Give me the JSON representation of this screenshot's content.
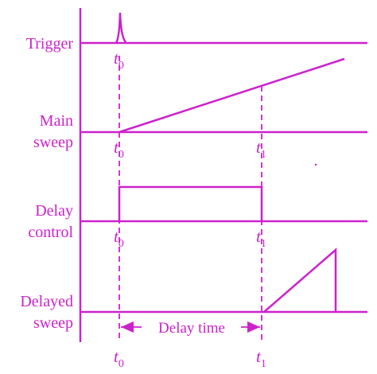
{
  "labels": {
    "trigger": "Trigger",
    "main_1": "Main",
    "main_2": "sweep",
    "delay_1": "Delay",
    "delay_2": "control",
    "delayed_1": "Delayed",
    "delayed_2": "sweep"
  },
  "ticks": {
    "t0": {
      "letter": "t",
      "sub": "0"
    },
    "t1": {
      "letter": "t",
      "sub": "1"
    }
  },
  "delay_time_label": "Delay time",
  "colors": {
    "ink": "#cc22cc",
    "background": "#ffffff"
  }
}
